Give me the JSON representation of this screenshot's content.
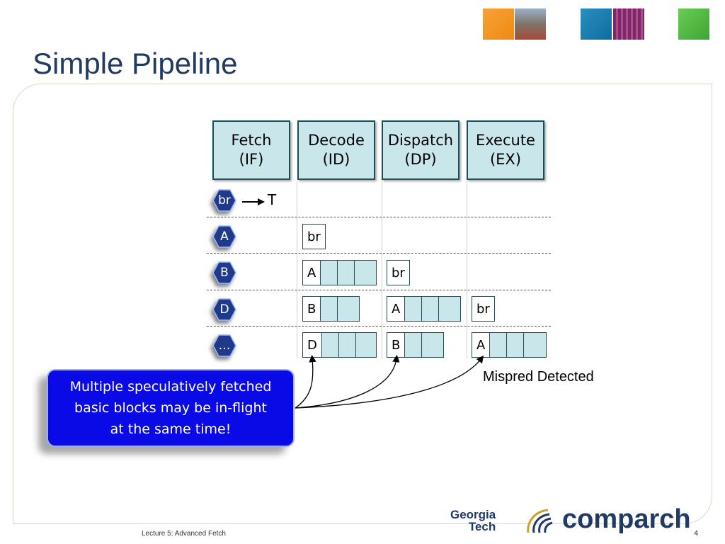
{
  "slide": {
    "title": "Simple Pipeline",
    "footer": "Lecture 5: Advanced Fetch",
    "page_number": "4"
  },
  "stages": [
    {
      "label": "Fetch\n(IF)"
    },
    {
      "label": "Decode\n(ID)"
    },
    {
      "label": "Dispatch\n(DP)"
    },
    {
      "label": "Execute\n(EX)"
    }
  ],
  "fetch_rows": [
    {
      "label": "br",
      "target": "T"
    },
    {
      "label": "A"
    },
    {
      "label": "B"
    },
    {
      "label": "D"
    },
    {
      "label": "…"
    }
  ],
  "cells": {
    "r1_decode": "br",
    "r2_decode": "A",
    "r2_dispatch": "br",
    "r3_decode": "B",
    "r3_dispatch": "A",
    "r3_execute": "br",
    "r4_decode": "D",
    "r4_dispatch": "B",
    "r4_execute": "A"
  },
  "annotation": "Mispred Detected",
  "callout": "Multiple speculatively fetched\nbasic blocks may be in-flight\nat the same time!",
  "logos": {
    "georgia": "Georgia",
    "tech": "Tech",
    "comparch": "comparch"
  },
  "colors": {
    "stage_fill": "#c9e6ea",
    "hex_fill": "#1f3a8a",
    "callout_fill": "#0a0ae6",
    "title": "#1f3a64"
  }
}
